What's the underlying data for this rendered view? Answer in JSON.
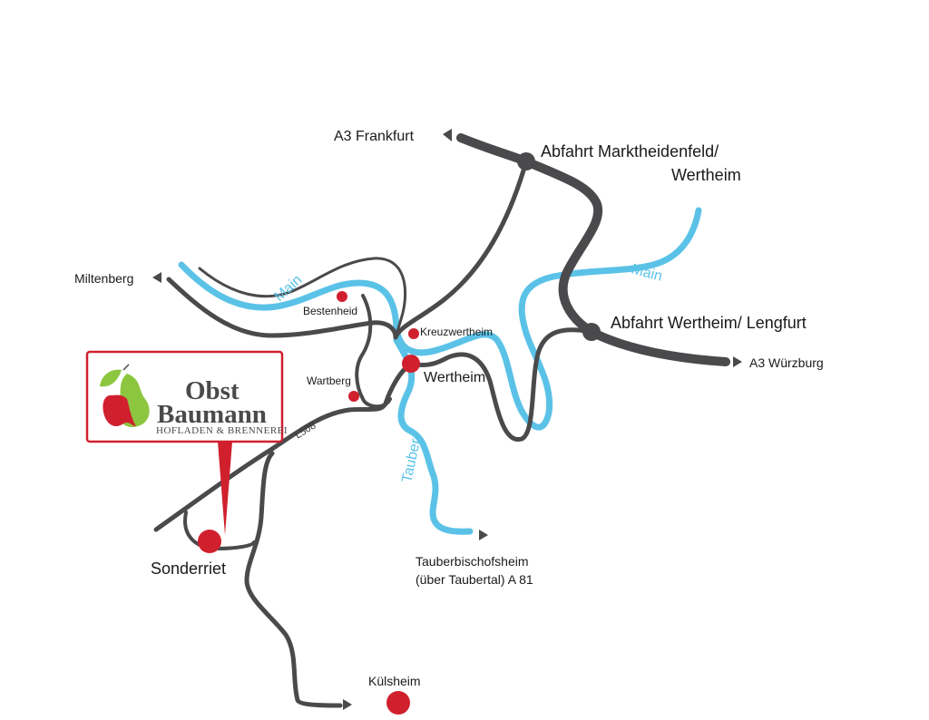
{
  "colors": {
    "road": "#4a4a4d",
    "river": "#5bc2e7",
    "town_marker": "#d0202e",
    "logo_border": "#d0202e",
    "logo_leaf": "#8cc63f"
  },
  "rivers": {
    "main_left": "Main",
    "main_right": "Main",
    "tauber": "Tauber"
  },
  "roads": {
    "l508": "L508"
  },
  "destinations": {
    "a3_frankfurt": "A3 Frankfurt",
    "a3_wuerzburg": "A3 Würzburg",
    "miltenberg": "Miltenberg",
    "tauberbischofsheim_line1": "Tauberbischofsheim",
    "tauberbischofsheim_line2": "(über Taubertal) A 81"
  },
  "exits": {
    "marktheidenfeld_line1": "Abfahrt Marktheidenfeld/",
    "marktheidenfeld_line2": "Wertheim",
    "wertheim_lengfurt": "Abfahrt Wertheim/ Lengfurt"
  },
  "towns": {
    "bestenheid": "Bestenheid",
    "kreuzwertheim": "Kreuzwertheim",
    "wertheim": "Wertheim",
    "wartberg": "Wartberg",
    "sonderriet": "Sonderriet",
    "kuelsheim": "Külsheim"
  },
  "logo": {
    "title_line1": "Obst",
    "title_line2": "Baumann",
    "subtitle": "HOFLADEN & BRENNEREI"
  }
}
